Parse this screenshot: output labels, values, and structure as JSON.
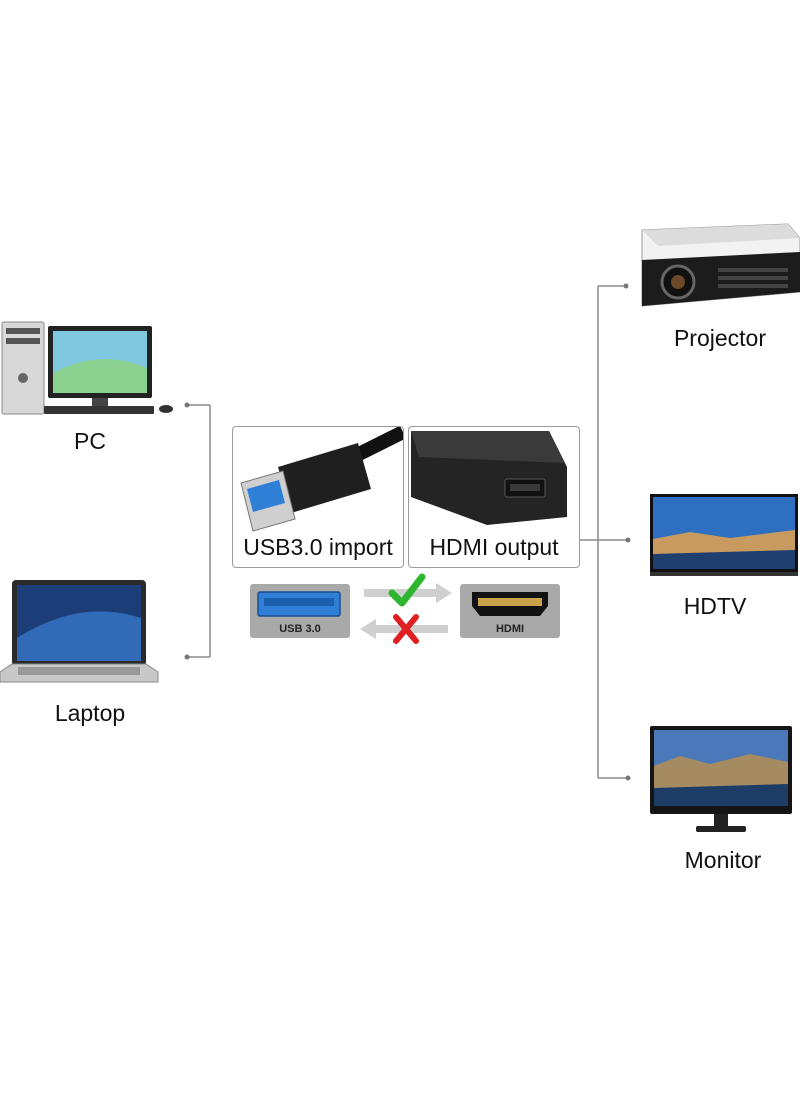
{
  "devices": {
    "pc": "PC",
    "laptop": "Laptop",
    "projector": "Projector",
    "hdtv": "HDTV",
    "monitor": "Monitor"
  },
  "adapter": {
    "usb_caption": "USB3.0 import",
    "hdmi_caption": "HDMI output",
    "usb_port_label": "USB 3.0",
    "hdmi_port_label": "HDMI"
  },
  "colors": {
    "check": "#2fb52f",
    "cross": "#e02020",
    "usb_blue": "#2f7fd6",
    "line": "#8a8a8a"
  }
}
